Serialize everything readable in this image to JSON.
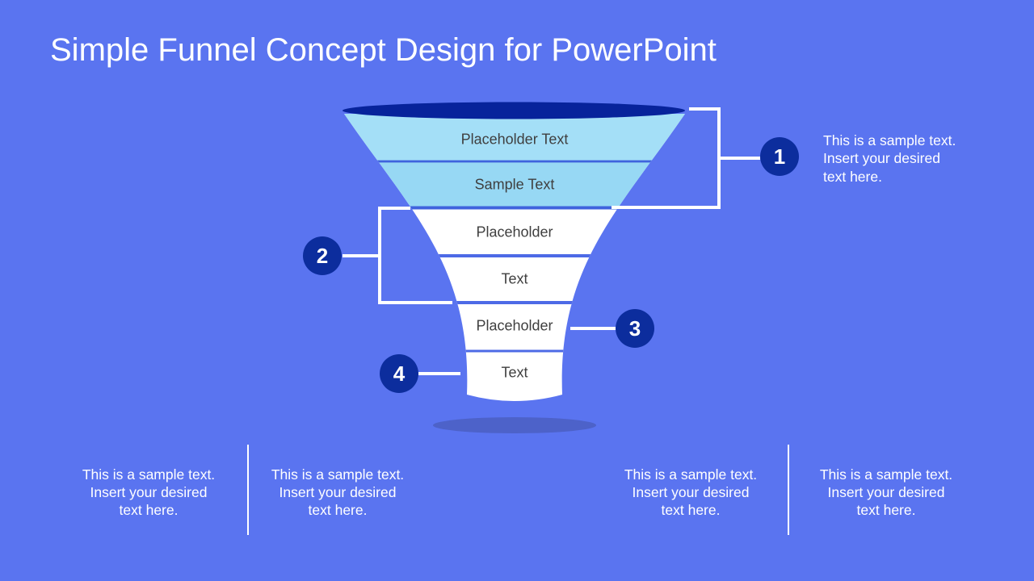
{
  "title": "Simple Funnel Concept Design for PowerPoint",
  "funnel": {
    "sections": [
      {
        "label": "Placeholder Text",
        "fill": "#a4dff7"
      },
      {
        "label": "Sample Text",
        "fill": "#97d8f4"
      },
      {
        "label": "Placeholder",
        "fill": "#ffffff"
      },
      {
        "label": "Text",
        "fill": "#ffffff"
      },
      {
        "label": "Placeholder",
        "fill": "#ffffff"
      },
      {
        "label": "Text",
        "fill": "#ffffff"
      }
    ],
    "top_ellipse_color": "#07239b",
    "shadow_color": "#4d62c9"
  },
  "callouts": [
    {
      "number": "1",
      "text_lines": [
        "This is a sample text.",
        "Insert your desired",
        "text here."
      ]
    },
    {
      "number": "2"
    },
    {
      "number": "3"
    },
    {
      "number": "4"
    }
  ],
  "bottom_blocks": [
    {
      "lines": [
        "This is a sample text.",
        "Insert your desired",
        "text here."
      ]
    },
    {
      "lines": [
        "This is a sample text.",
        "Insert your desired",
        "text here."
      ]
    },
    {
      "lines": [
        "This is a sample text.",
        "Insert your desired",
        "text here."
      ]
    },
    {
      "lines": [
        "This is a sample text.",
        "Insert your desired",
        "text here."
      ]
    }
  ],
  "colors": {
    "background": "#5a74f0",
    "accent_navy": "#0c2d9d",
    "funnel_light_blue_1": "#a4dff7",
    "funnel_light_blue_2": "#97d8f4",
    "divider_royal_blue": "#3f63dd",
    "divider_white_sections": "#4d6ae6",
    "shadow_blue": "#4d62c9",
    "label_dark_gray": "#3f3f3f",
    "text_white": "#ffffff"
  }
}
